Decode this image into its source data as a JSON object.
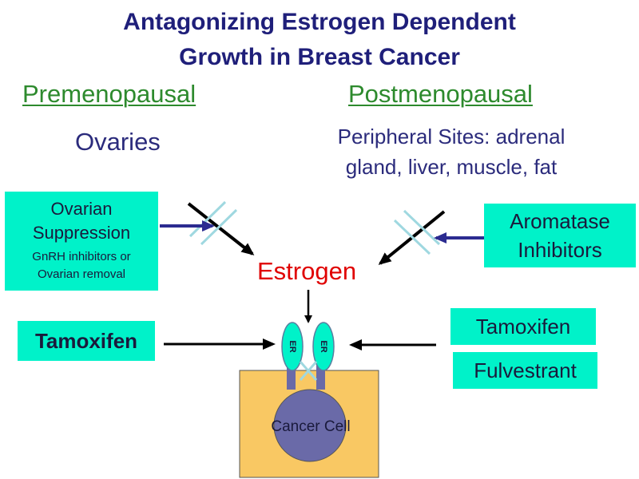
{
  "title": {
    "line1": "Antagonizing Estrogen Dependent",
    "line2": "Growth in Breast Cancer"
  },
  "premenopausal": {
    "heading": "Premenopausal",
    "source": "Ovaries"
  },
  "postmenopausal": {
    "heading": "Postmenopausal",
    "source_line1": "Peripheral Sites: adrenal",
    "source_line2": "gland, liver, muscle, fat"
  },
  "ovarian_box": {
    "line1": "Ovarian",
    "line2": "Suppression",
    "sub_line1": "GnRH inhibitors or",
    "sub_line2": "Ovarian removal"
  },
  "aromatase_box": {
    "line1": "Aromatase",
    "line2": "Inhibitors"
  },
  "estrogen_label": "Estrogen",
  "tamoxifen_left": "Tamoxifen",
  "tamoxifen_right": "Tamoxifen",
  "fulvestrant": "Fulvestrant",
  "receptor_label": "ER",
  "cancer_cell_label": "Cancer Cell",
  "colors": {
    "title": "#1f1f7a",
    "heading_green": "#2d8a2d",
    "box_cyan": "#00f2c9",
    "estrogen_red": "#e00000",
    "cell_fill": "#f9c863",
    "nucleus": "#6a6aa8",
    "receptor": "#00f2c9",
    "receptor_stem": "#6a6aa8",
    "arrow_black": "#000000",
    "arrow_navy": "#2b2b90",
    "block_lines": "#9fd8e0"
  }
}
